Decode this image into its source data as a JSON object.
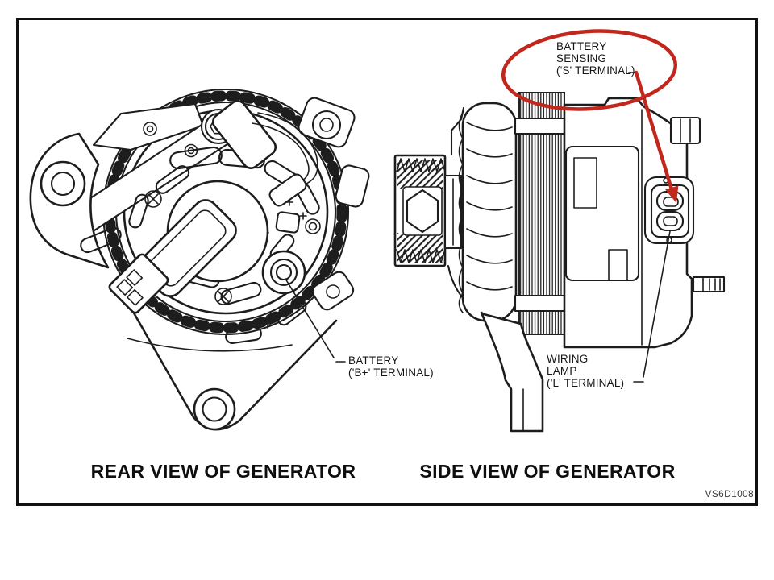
{
  "figure": {
    "type": "generator-terminal-identification-illustration",
    "code": "VS6D1008",
    "colors": {
      "ink": "#1d1d1d",
      "annotation_red": "#c1271d",
      "background": "#ffffff",
      "border": "#111111"
    }
  },
  "rear_view": {
    "caption": "REAR VIEW OF GENERATOR",
    "labels": {
      "battery_terminal": {
        "line1": "BATTERY",
        "line2": "('B+' TERMINAL)"
      }
    }
  },
  "side_view": {
    "caption": "SIDE VIEW OF GENERATOR",
    "labels": {
      "battery_sensing": {
        "line1": "BATTERY",
        "line2": "SENSING",
        "line3": "('S' TERMINAL)"
      },
      "wiring_lamp": {
        "line1": "WIRING",
        "line2": "LAMP",
        "line3": "('L' TERMINAL)"
      }
    }
  }
}
